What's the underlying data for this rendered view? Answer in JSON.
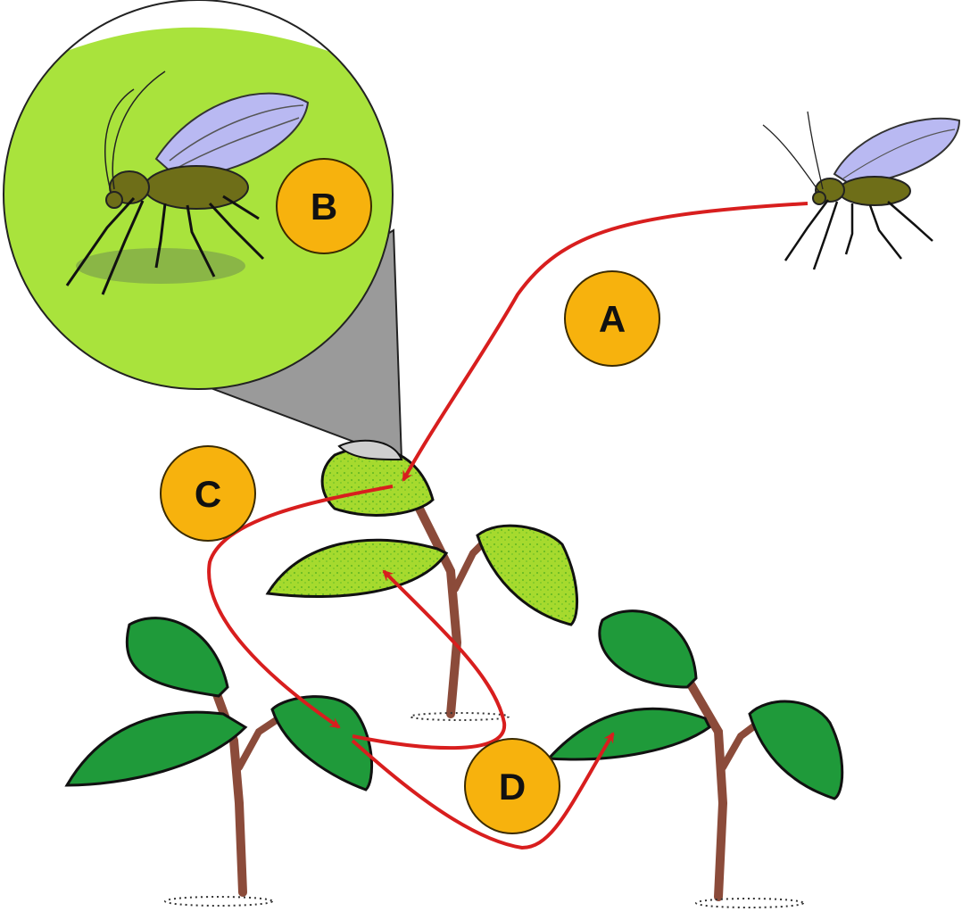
{
  "labels": {
    "a": "A",
    "b": "B",
    "c": "C",
    "d": "D"
  },
  "colors": {
    "badge_fill": "#F7B20D",
    "badge_stroke": "#3a2a00",
    "path_red": "#D81E1E",
    "leaf_dark": "#1F9A3A",
    "leaf_light": "#A6DA2E",
    "zoom_bg": "#A9E33C",
    "zoom_cone": "#9A9A9A",
    "stem": "#8B4B3A",
    "aphid_body": "#6E6E18",
    "wing": "#B9B9F2"
  },
  "icons": {
    "aphid": "aphid-icon",
    "plant": "plant-icon",
    "magnifier": "magnifier-icon"
  }
}
